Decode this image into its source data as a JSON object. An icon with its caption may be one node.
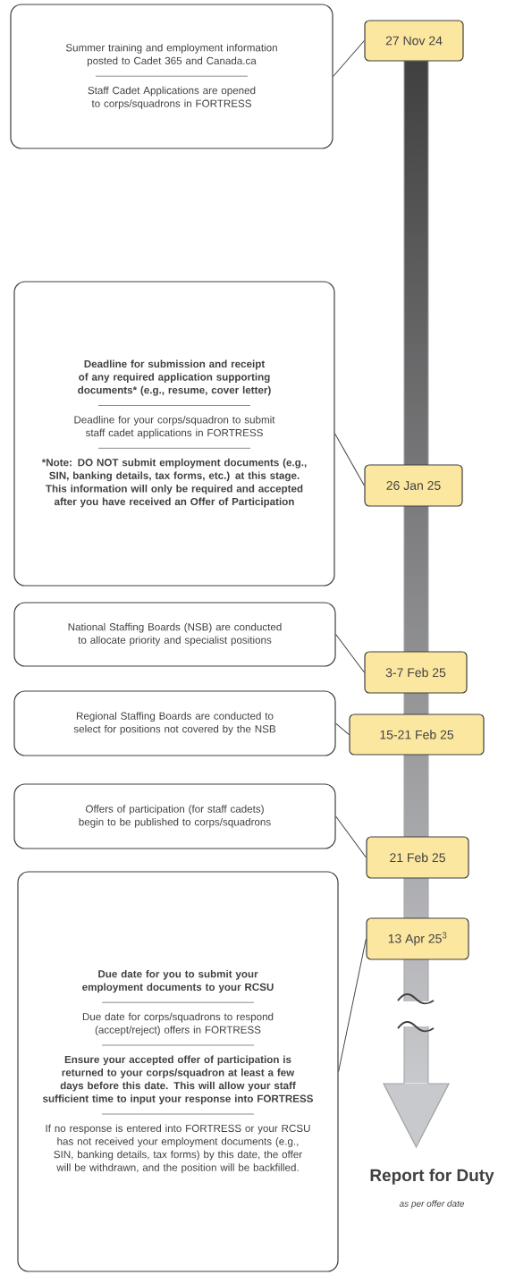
{
  "diagram": {
    "nodes": [
      {
        "text": [
          "Summer training and employment information posted to Cadet 365 and Canada.ca",
          "Staff Cadet Applications are opened to corps/squadrons in FORTRESS"
        ]
      },
      {
        "text": [
          "27 Nov 24"
        ]
      },
      {
        "text": [
          "Deadline for submission and receipt of any required application supporting documents* (e.g., resume, cover letter)",
          "Deadline for your corps/squadron to submit staff cadet applications in FORTRESS",
          "*Note: DO NOT submit employment documents (e.g., SIN, banking details, tax forms, etc.) at this stage. This information will only be required and accepted after you have received an Offer of Participation"
        ]
      },
      {
        "text": [
          "26 Jan 25"
        ]
      },
      {
        "text": [
          "National Staffing Boards (NSB) are conducted to allocate priority and specialist positions"
        ]
      },
      {
        "text": [
          "3-7 Feb 25"
        ]
      },
      {
        "text": [
          "Regional Staffing Boards are conducted to select for positions not covered by the NSB"
        ]
      },
      {
        "text": [
          "15-21 Feb 25"
        ]
      },
      {
        "text": [
          "Offers of participation (for staff cadets) begin to be published to corps/squadrons"
        ]
      },
      {
        "text": [
          "21 Feb 25"
        ]
      },
      {
        "text": [
          "Due date for you to submit your employment documents to your RCSU",
          "Due date for corps/squadrons to respond (accept/reject) offers in FORTRESS",
          "Ensure your accepted offer of participation is returned to your corps/squadron at least a few days before this date. This will allow your staff sufficient time to input your response into FORTRESS",
          "If no response is entered into FORTRESS or your RCSU has not received your employment documents (e.g., SIN, banking details, tax forms) by this date, the offer will be withdrawn, and the position will be backfilled."
        ]
      },
      {
        "text": [
          "13 Apr 25$^{3}$"
        ]
      }
    ],
    "edges": [
      {
        "from": 0,
        "to": 1,
        "arrow": "none"
      },
      {
        "from": 2,
        "to": 3,
        "arrow": "none"
      },
      {
        "from": 4,
        "to": 5,
        "arrow": "none"
      },
      {
        "from": 6,
        "to": 7,
        "arrow": "none"
      },
      {
        "from": 8,
        "to": 9,
        "arrow": "none"
      },
      {
        "from": 10,
        "to": 11,
        "arrow": "none"
      }
    ],
    "labels": [
      "Report for Duty",
      "as per offer date"
    ]
  }
}
